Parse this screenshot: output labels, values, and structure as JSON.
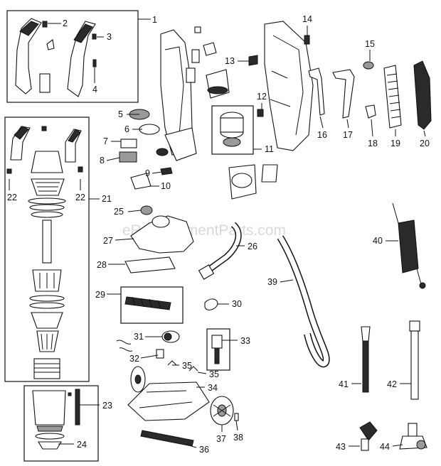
{
  "watermark": "eReplacementParts.com",
  "callouts": [
    {
      "id": "1",
      "label": "1"
    },
    {
      "id": "2",
      "label": "2"
    },
    {
      "id": "3",
      "label": "3"
    },
    {
      "id": "4",
      "label": "4"
    },
    {
      "id": "5",
      "label": "5"
    },
    {
      "id": "6",
      "label": "6"
    },
    {
      "id": "7",
      "label": "7"
    },
    {
      "id": "8",
      "label": "8"
    },
    {
      "id": "9",
      "label": "9"
    },
    {
      "id": "10",
      "label": "10"
    },
    {
      "id": "11",
      "label": "11"
    },
    {
      "id": "12",
      "label": "12"
    },
    {
      "id": "13",
      "label": "13"
    },
    {
      "id": "14",
      "label": "14"
    },
    {
      "id": "15",
      "label": "15"
    },
    {
      "id": "16",
      "label": "16"
    },
    {
      "id": "17",
      "label": "17"
    },
    {
      "id": "18",
      "label": "18"
    },
    {
      "id": "19",
      "label": "19"
    },
    {
      "id": "20",
      "label": "20"
    },
    {
      "id": "21",
      "label": "21"
    },
    {
      "id": "22a",
      "label": "22"
    },
    {
      "id": "22b",
      "label": "22"
    },
    {
      "id": "23",
      "label": "23"
    },
    {
      "id": "24",
      "label": "24"
    },
    {
      "id": "25",
      "label": "25"
    },
    {
      "id": "26",
      "label": "26"
    },
    {
      "id": "27",
      "label": "27"
    },
    {
      "id": "28",
      "label": "28"
    },
    {
      "id": "29",
      "label": "29"
    },
    {
      "id": "30",
      "label": "30"
    },
    {
      "id": "31",
      "label": "31"
    },
    {
      "id": "32",
      "label": "32"
    },
    {
      "id": "33",
      "label": "33"
    },
    {
      "id": "34",
      "label": "34"
    },
    {
      "id": "35a",
      "label": "35"
    },
    {
      "id": "35b",
      "label": "35"
    },
    {
      "id": "36",
      "label": "36"
    },
    {
      "id": "37",
      "label": "37"
    },
    {
      "id": "38",
      "label": "38"
    },
    {
      "id": "39",
      "label": "39"
    },
    {
      "id": "40",
      "label": "40"
    },
    {
      "id": "41",
      "label": "41"
    },
    {
      "id": "42",
      "label": "42"
    },
    {
      "id": "43",
      "label": "43"
    },
    {
      "id": "44",
      "label": "44"
    }
  ]
}
